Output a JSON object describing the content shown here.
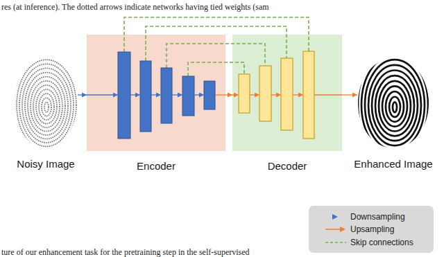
{
  "diagram": {
    "nodes": [
      {
        "text": [
          "Noisy Image"
        ]
      },
      {
        "text": [
          "Encoder"
        ]
      },
      {
        "text": [
          "Decoder"
        ]
      },
      {
        "text": [
          "Enhanced Image"
        ]
      }
    ],
    "edges": [
      {
        "from": 0,
        "to": 1,
        "arrow": "to"
      },
      {
        "from": 1,
        "to": 2,
        "arrow": "to"
      },
      {
        "from": 2,
        "to": 3,
        "arrow": "to"
      }
    ],
    "labels": [
      "res (at inference). The dotted arrows indicate networks having tied weights (sam",
      "ture of our enhancement task for the pretraining step in the self-supervised"
    ],
    "legend": [
      {
        "text": "Downsampling"
      },
      {
        "text": "Upsampling"
      },
      {
        "text": "Skip connections"
      }
    ]
  }
}
